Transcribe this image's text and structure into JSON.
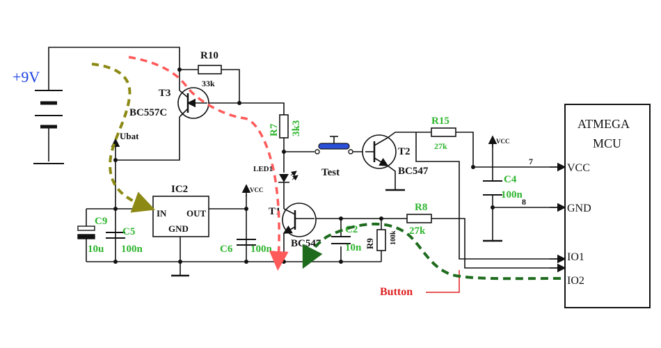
{
  "battery": {
    "voltage_label": "+9V",
    "voltage_color": "#1a3fe0"
  },
  "transistors": {
    "t3": {
      "name": "T3",
      "type": "BC557C"
    },
    "t1": {
      "name": "T1",
      "type": "BC547"
    },
    "t2": {
      "name": "T2",
      "type": "BC547"
    }
  },
  "resistors": {
    "r10": {
      "name": "R10",
      "value": "33k"
    },
    "r7": {
      "name": "R7",
      "value": "3k3"
    },
    "r15": {
      "name": "R15",
      "value": "27k"
    },
    "r8": {
      "name": "R8",
      "value": "27k"
    },
    "r9": {
      "name": "R9",
      "value": "100k"
    }
  },
  "capacitors": {
    "c9": {
      "name": "C9",
      "value": "10u"
    },
    "c5": {
      "name": "C5",
      "value": "100n"
    },
    "c6": {
      "name": "C6",
      "value": "100n"
    },
    "c2": {
      "name": "C2",
      "value": "10n"
    },
    "c4": {
      "name": "C4",
      "value": "100n"
    }
  },
  "regulator": {
    "name": "IC2",
    "in_label": "IN",
    "out_label": "OUT",
    "gnd_label": "GND"
  },
  "labels": {
    "ubat": "Ubat",
    "led": "LED1",
    "test": "Test",
    "vcc_1": "VCC",
    "vcc_2": "VCC",
    "button": "Button",
    "button_color": "#e02020",
    "net_7": "7",
    "net_8": "8"
  },
  "mcu": {
    "title_line1": "ATMEGA",
    "title_line2": "MCU",
    "pins": [
      "VCC",
      "GND",
      "IO1",
      "IO2"
    ]
  },
  "colors": {
    "component_value": "#2db52d",
    "path_red": "#ff5a5a",
    "path_olive": "#8c8a14",
    "path_green": "#1e6b1e",
    "switch_blue": "#2a4fd8"
  }
}
